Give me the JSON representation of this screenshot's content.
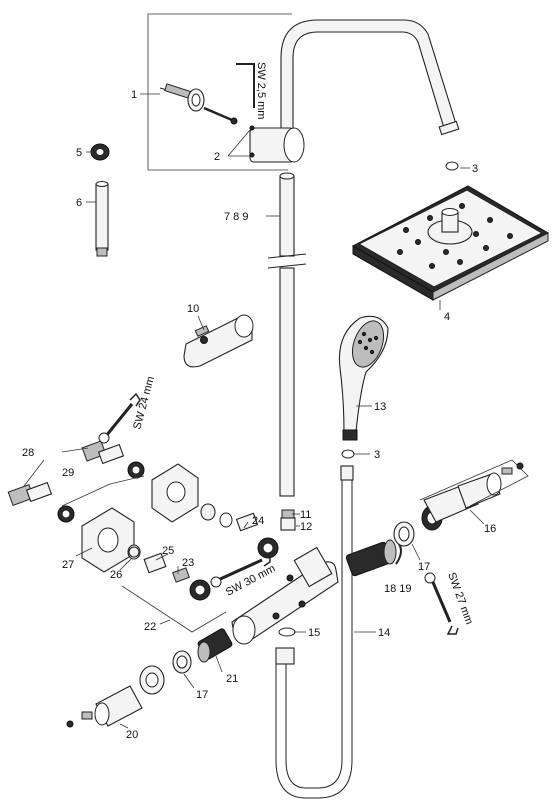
{
  "callouts": {
    "c1": "1",
    "c2": "2",
    "c3a": "3",
    "c3b": "3",
    "c4": "4",
    "c5": "5",
    "c6": "6",
    "c789": "7  8  9",
    "c10": "10",
    "c11": "11",
    "c12": "12",
    "c13": "13",
    "c14": "14",
    "c15": "15",
    "c16": "16",
    "c17a": "17",
    "c17b": "17",
    "c1819": "18 19",
    "c20": "20",
    "c21": "21",
    "c22": "22",
    "c23": "23",
    "c24": "24",
    "c25": "25",
    "c26": "26",
    "c27": "27",
    "c28": "28",
    "c29": "29"
  },
  "wrench_labels": {
    "sw25": "SW 2,5 mm",
    "sw24": "SW 24 mm",
    "sw30": "SW 30 mm",
    "sw27": "SW 27 mm"
  },
  "icons": [
    "hex-key-icon",
    "wrench-icon"
  ]
}
